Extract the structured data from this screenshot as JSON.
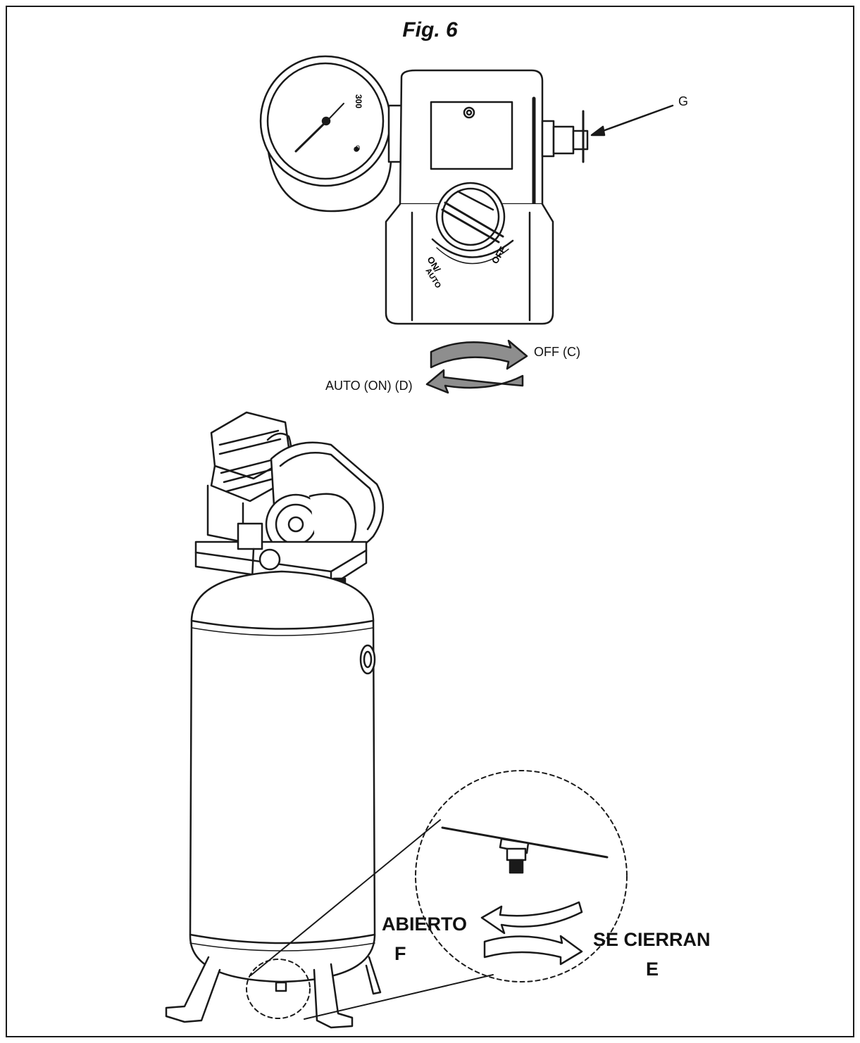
{
  "figure": {
    "title": "Fig. 6"
  },
  "gauge": {
    "scale_max": "300",
    "scale_min": "0"
  },
  "switch": {
    "label_left_line1": "ON/",
    "label_left_line2": "AUTO",
    "label_right": "OFF"
  },
  "callouts": {
    "g": "G",
    "off": "OFF (C)",
    "auto": "AUTO (ON) (D)",
    "open_line1": "ABIERTO",
    "open_line2": "F",
    "close_line1": "SE CIERRAN",
    "close_line2": "E"
  },
  "colors": {
    "line": "#1a1a1a",
    "arrow_fill": "#8e8e8e",
    "paper": "#ffffff"
  }
}
